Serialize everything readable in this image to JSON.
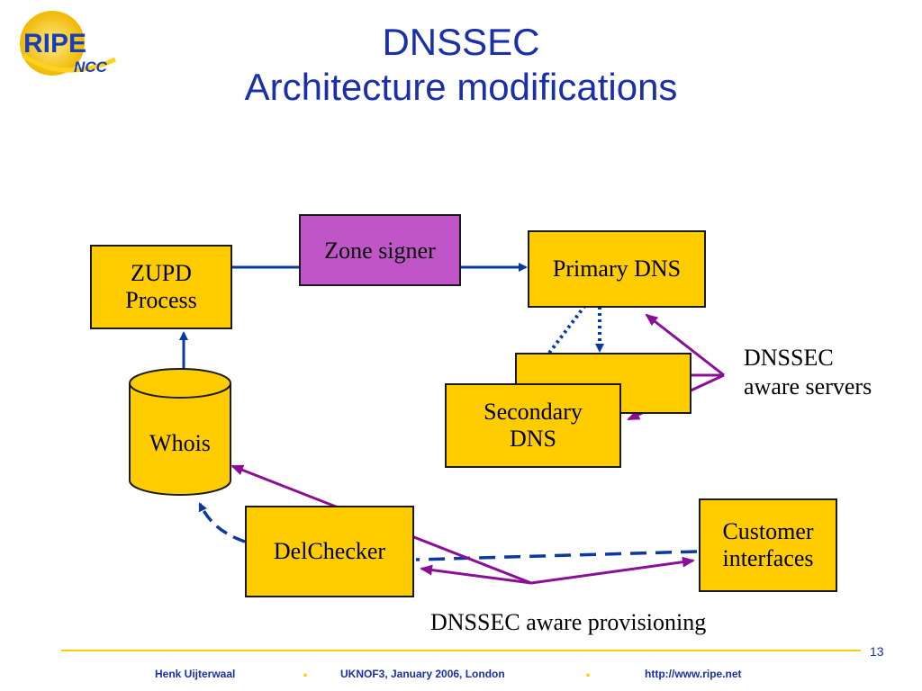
{
  "logo": {
    "main": "RIPE",
    "sub": "NCC"
  },
  "title": {
    "line1": "DNSSEC",
    "line2": "Architecture modifications"
  },
  "nodes": {
    "zupd": [
      "ZUPD",
      "Process"
    ],
    "zone_signer": "Zone signer",
    "primary_dns": "Primary DNS",
    "secondary_dns": [
      "Secondary",
      "DNS"
    ],
    "whois": "Whois",
    "delchecker": "DelChecker",
    "customer_interfaces": [
      "Customer",
      "interfaces"
    ]
  },
  "annotations": {
    "servers": [
      "DNSSEC",
      "aware servers"
    ],
    "provisioning": "DNSSEC aware provisioning"
  },
  "footer": {
    "author": "Henk Uijterwaal",
    "event": "UKNOF3, January 2006, London",
    "url": "http://www.ripe.net",
    "page": "13",
    "separator": "."
  },
  "colors": {
    "title": "#1a2fa8",
    "box_fill": "#ffcc00",
    "zone_fill": "#c055c7",
    "arrow_blue": "#0b3a9e",
    "arrow_purple": "#8b0f96"
  }
}
